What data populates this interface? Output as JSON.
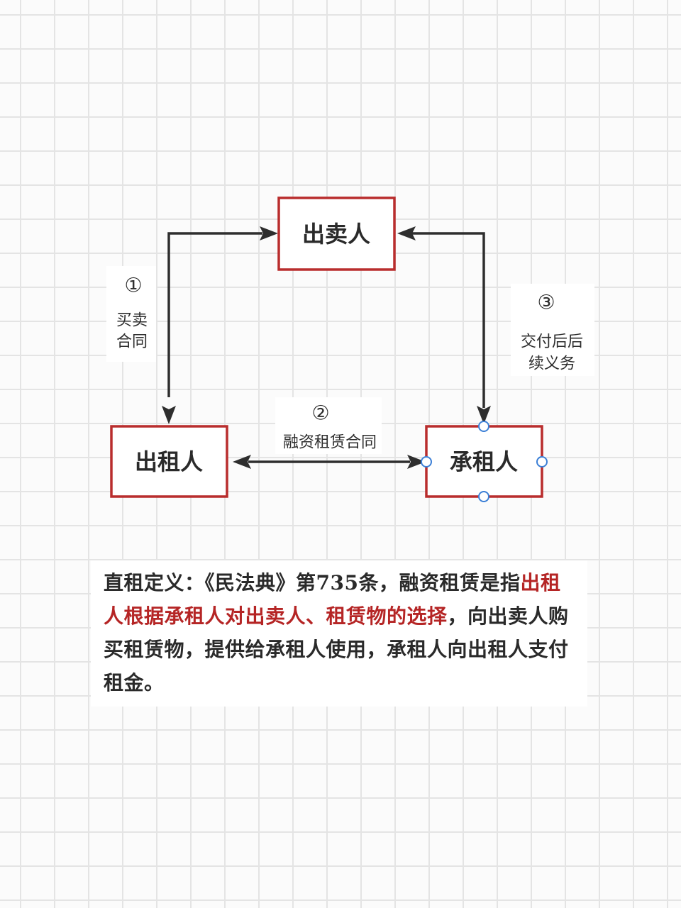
{
  "nodes": {
    "seller": "出卖人",
    "lessor": "出租人",
    "lessee": "承租人"
  },
  "edges": {
    "e1": {
      "num": "①",
      "line1": "买卖",
      "line2": "合同"
    },
    "e2": {
      "num": "②",
      "text": "融资租赁合同"
    },
    "e3": {
      "num": "③",
      "line1": "交付后后",
      "line2": "续义务"
    }
  },
  "definition": {
    "part1": "直租定义：《民法典》第735条，融资租赁是指",
    "highlight": "出租人根据承租人对出卖人、租赁物的选择",
    "part2": "，向出卖人购买租赁物，提供给承租人使用，承租人向出租人支付租金。"
  },
  "colors": {
    "box_border": "#b92d2d",
    "highlight_text": "#b52525",
    "arrow": "#2e2e2e",
    "handle": "#3b7fd6"
  }
}
